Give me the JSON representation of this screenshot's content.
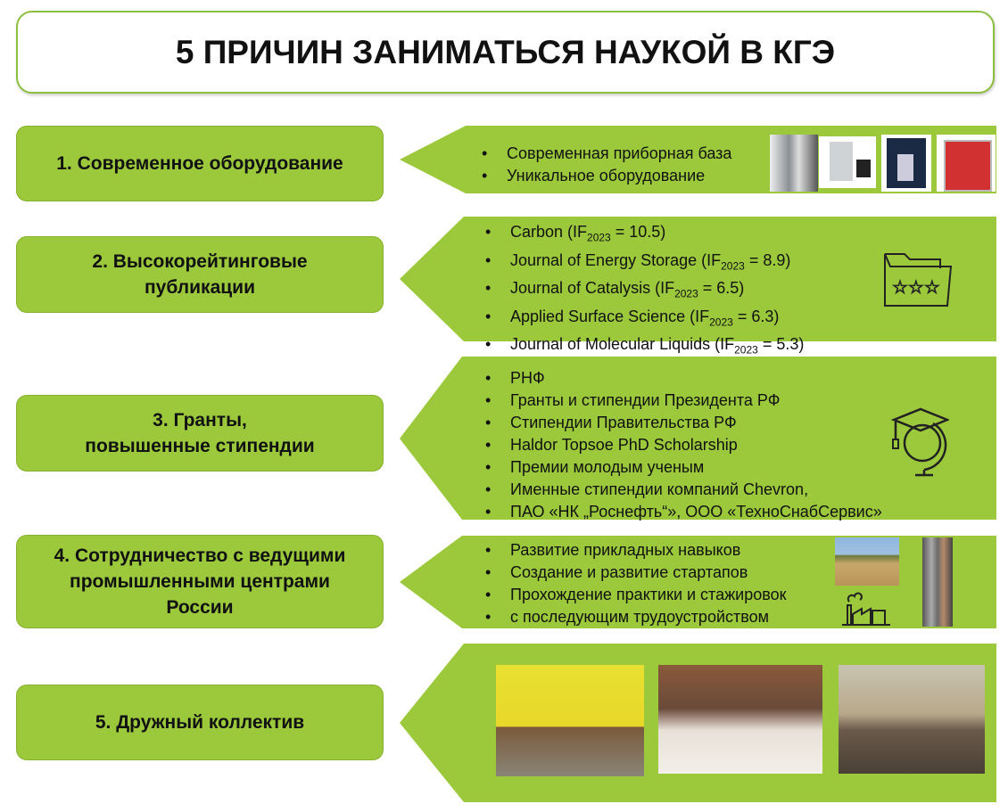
{
  "title": "5 ПРИЧИН ЗАНИМАТЬСЯ НАУКОЙ В КГЭ",
  "colors": {
    "green": "#9bc93b",
    "border": "#86b22f"
  },
  "reasons": [
    {
      "label": "1. Современное оборудование",
      "items": [
        "Современная приборная база",
        "Уникальное оборудование"
      ],
      "icon": "lab-equipment-photos"
    },
    {
      "label": "2. Высокорейтинговые\nпубликации",
      "items": [
        {
          "pre": "Carbon (IF",
          "sub": "2023",
          "post": " = 10.5)"
        },
        {
          "pre": "Journal of Energy Storage (IF",
          "sub": "2023",
          "post": " = 8.9)"
        },
        {
          "pre": "Journal of Catalysis (IF",
          "sub": "2023",
          "post": " = 6.5)"
        },
        {
          "pre": "Applied Surface Science (IF",
          "sub": "2023",
          "post": " = 6.3)"
        },
        {
          "pre": "Journal of Molecular Liquids (IF",
          "sub": "2023",
          "post": " = 5.3)"
        }
      ],
      "icon": "folder-stars-icon"
    },
    {
      "label": "3. Гранты,\nповышенные стипендии",
      "items": [
        "РНФ",
        "Гранты и стипендии Президента РФ",
        "Стипендии Правительства РФ",
        "Haldor Topsoe PhD Scholarship",
        "Премии молодым ученым",
        "Именные стипендии компаний Chevron,",
        "ПАО «НК „Роснефть“», ООО «ТехноСнабСервис»"
      ],
      "icon": "graduation-globe-icon"
    },
    {
      "label": "4. Сотрудничество с ведущими\nпромышленными центрами\nРоссии",
      "items": [
        "Развитие прикладных навыков",
        "Создание и развитие стартапов",
        "Прохождение практики и стажировок",
        "с последующим трудоустройством"
      ],
      "icon": "factory-icon"
    },
    {
      "label": "5. Дружный коллектив",
      "items": [],
      "icon": "team-photos"
    }
  ]
}
